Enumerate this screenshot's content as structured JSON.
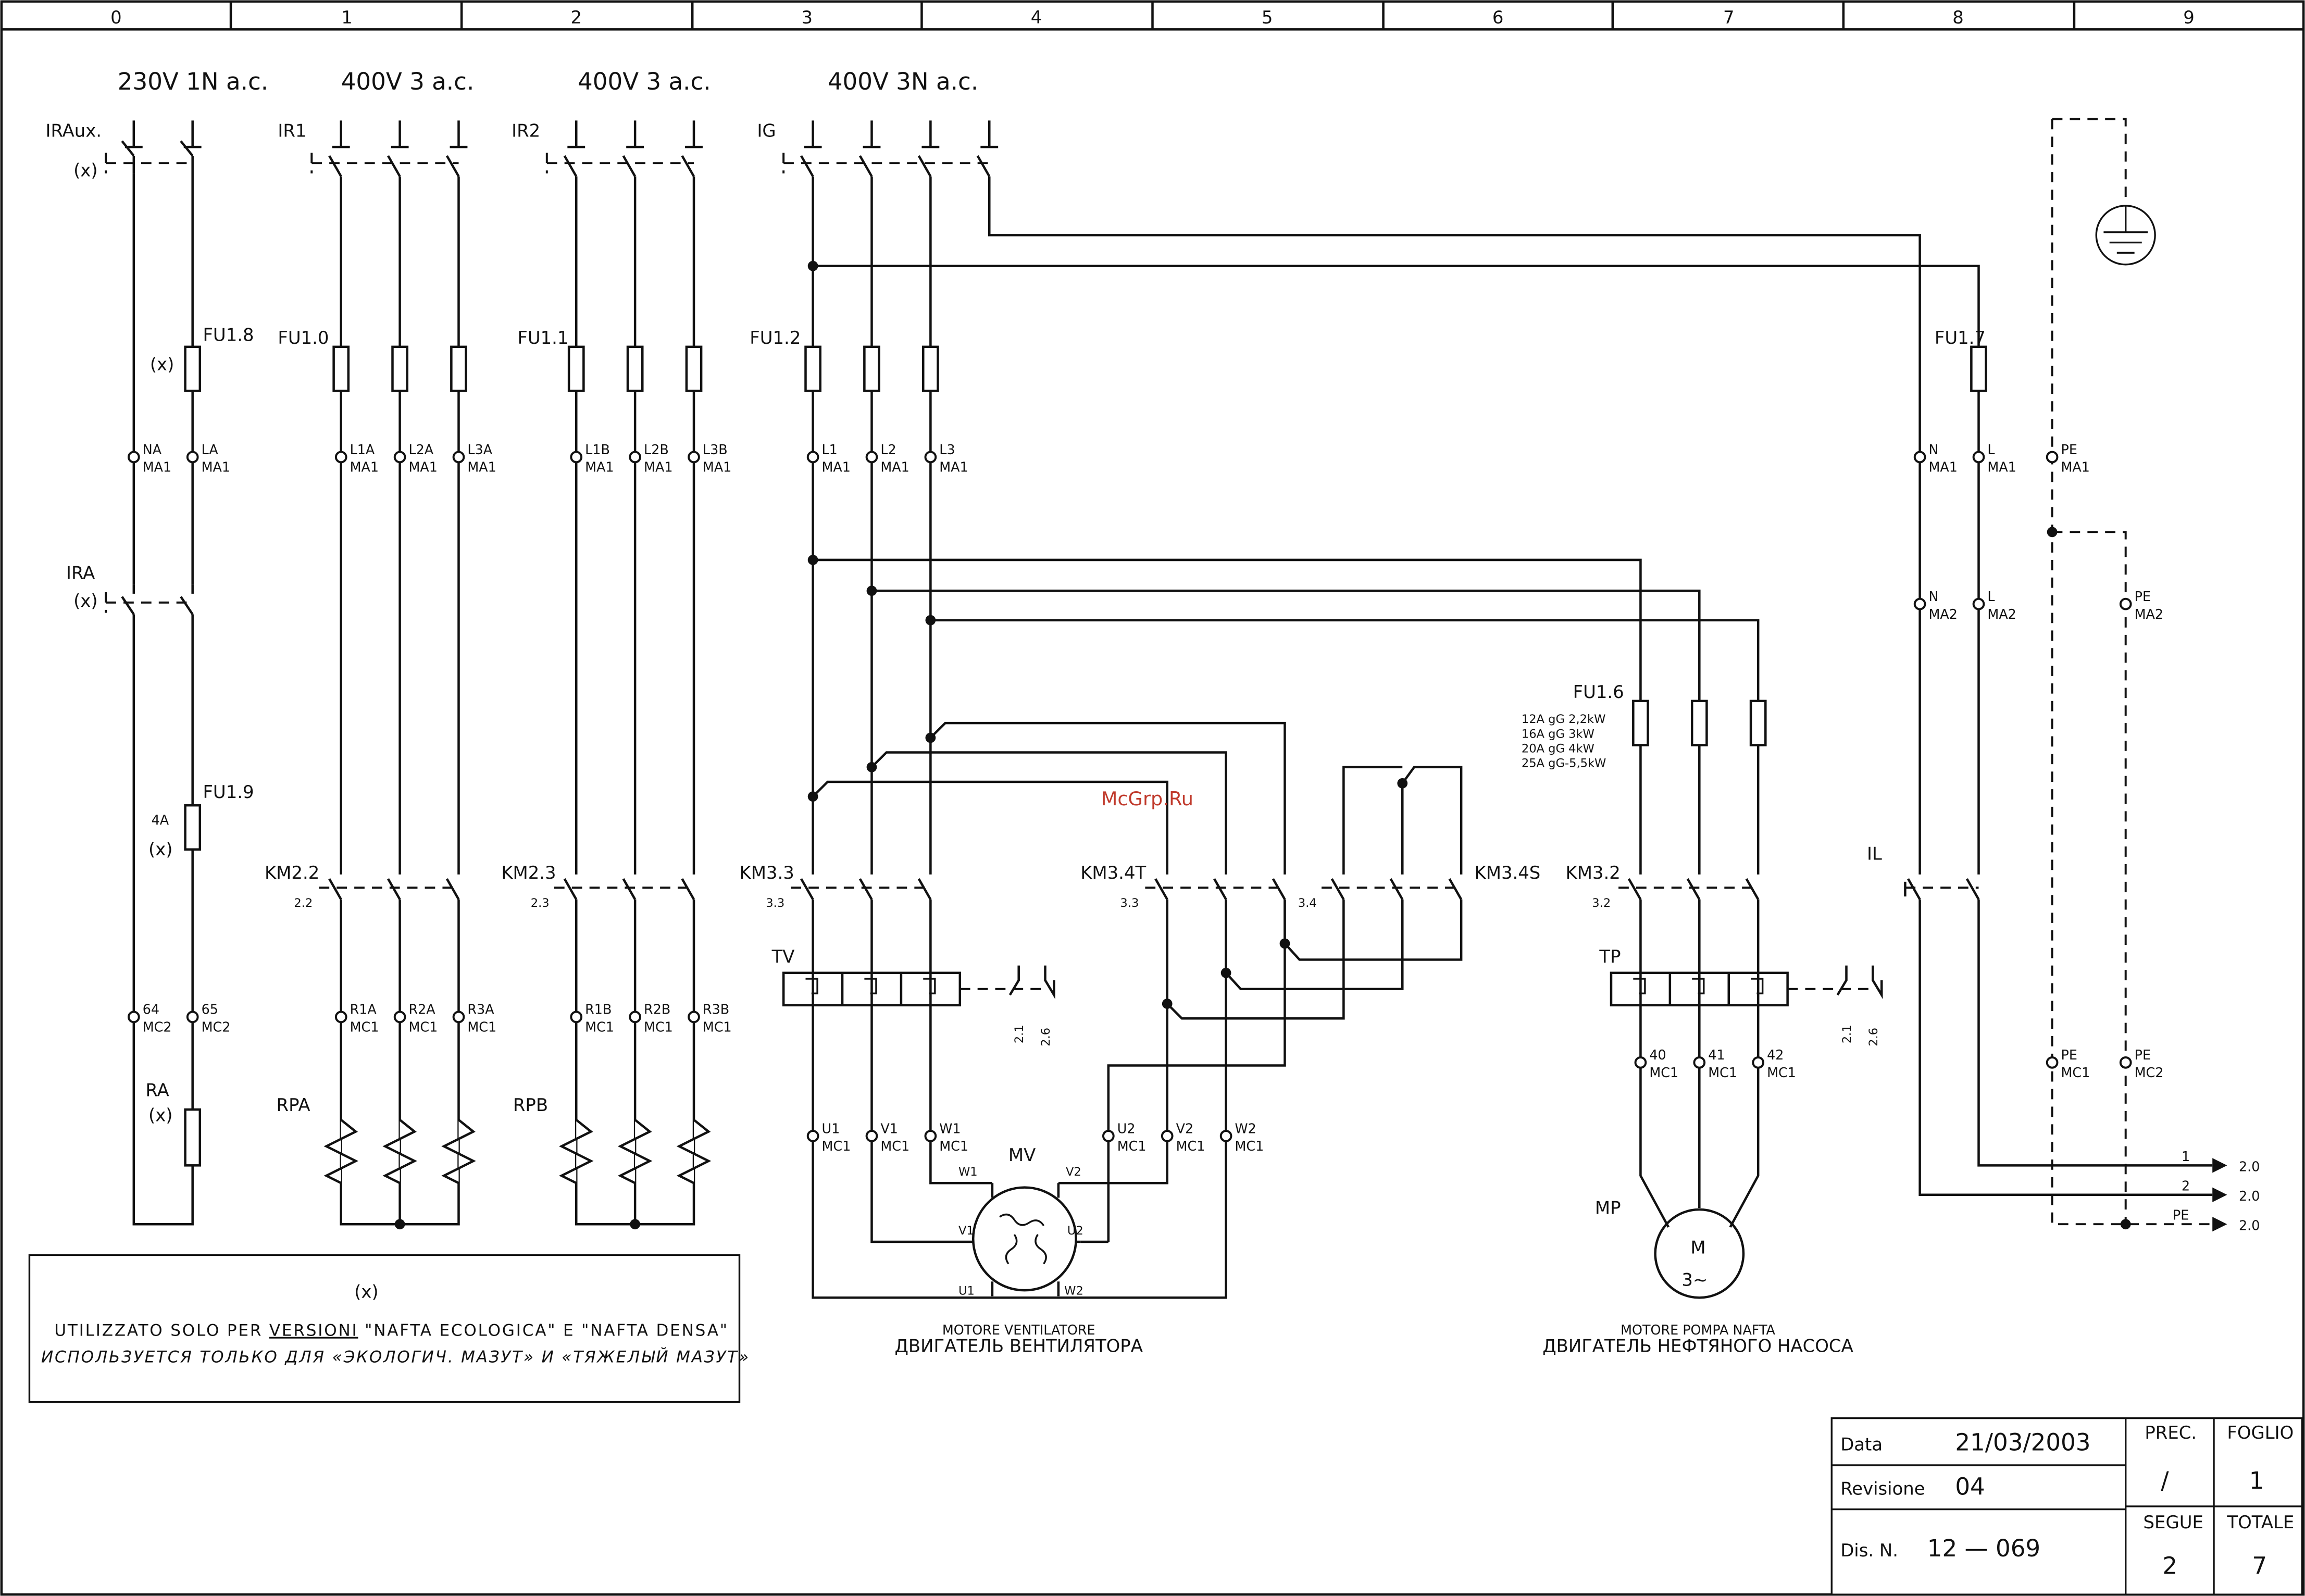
{
  "grid": {
    "columns": [
      "0",
      "1",
      "2",
      "3",
      "4",
      "5",
      "6",
      "7",
      "8",
      "9"
    ]
  },
  "supply": {
    "aux": "230V 1N a.c.",
    "r1": "400V 3 a.c.",
    "r2": "400V 3 a.c.",
    "main": "400V 3N a.c."
  },
  "switches": {
    "iraux": "IRAux.",
    "ir1": "IR1",
    "ir2": "IR2",
    "ig": "IG",
    "ira": "IRA",
    "il": "IL",
    "x_mark": "(x)"
  },
  "fuses": {
    "fu18": "FU1.8",
    "fu10": "FU1.0",
    "fu11": "FU1.1",
    "fu12": "FU1.2",
    "fu17": "FU1.7",
    "fu19": "FU1.9",
    "fu19_rating": "4A",
    "fu16": "FU1.6",
    "fu16_ratings": [
      "12A gG 2,2kW",
      "16A gG 3kW",
      "20A gG 4kW",
      "25A gG-5,5kW"
    ]
  },
  "terminals_ma1": {
    "t1": [
      "NA",
      "MA1"
    ],
    "t2": [
      "LA",
      "MA1"
    ],
    "t3": [
      "L1A",
      "MA1"
    ],
    "t4": [
      "L2A",
      "MA1"
    ],
    "t5": [
      "L3A",
      "MA1"
    ],
    "t6": [
      "L1B",
      "MA1"
    ],
    "t7": [
      "L2B",
      "MA1"
    ],
    "t8": [
      "L3B",
      "MA1"
    ],
    "t9": [
      "L1",
      "MA1"
    ],
    "t10": [
      "L2",
      "MA1"
    ],
    "t11": [
      "L3",
      "MA1"
    ],
    "t12": [
      "N",
      "MA1"
    ],
    "t13": [
      "L",
      "MA1"
    ],
    "t14": [
      "PE",
      "MA1"
    ]
  },
  "terminals_ma2": {
    "t1": [
      "N",
      "MA2"
    ],
    "t2": [
      "L",
      "MA2"
    ],
    "t3": [
      "PE",
      "MA2"
    ]
  },
  "contactors": {
    "km22": "KM2.2",
    "km22_ref": "2.2",
    "km23": "KM2.3",
    "km23_ref": "2.3",
    "km33": "KM3.3",
    "km33_ref": "3.3",
    "km34t": "KM3.4T",
    "km34t_ref": "3.3",
    "km34s": "KM3.4S",
    "km34s_ref": "3.4",
    "km32": "KM3.2",
    "km32_ref": "3.2"
  },
  "overloads": {
    "tv": "TV",
    "tp": "TP",
    "aux_refs": [
      "2.1",
      "2.6"
    ]
  },
  "terminals_mc": {
    "t1": [
      "64",
      "MC2"
    ],
    "t2": [
      "65",
      "MC2"
    ],
    "t3": [
      "R1A",
      "MC1"
    ],
    "t4": [
      "R2A",
      "MC1"
    ],
    "t5": [
      "R3A",
      "MC1"
    ],
    "t6": [
      "R1B",
      "MC1"
    ],
    "t7": [
      "R2B",
      "MC1"
    ],
    "t8": [
      "R3B",
      "MC1"
    ],
    "t9": [
      "U1",
      "MC1"
    ],
    "t10": [
      "V1",
      "MC1"
    ],
    "t11": [
      "W1",
      "MC1"
    ],
    "t12": [
      "U2",
      "MC1"
    ],
    "t13": [
      "V2",
      "MC1"
    ],
    "t14": [
      "W2",
      "MC1"
    ],
    "t15": [
      "40",
      "MC1"
    ],
    "t16": [
      "41",
      "MC1"
    ],
    "t17": [
      "42",
      "MC1"
    ],
    "t18": [
      "PE",
      "MC1"
    ],
    "t19": [
      "PE",
      "MC2"
    ]
  },
  "loads": {
    "ra": "RA",
    "rpa": "RPA",
    "rpb": "RPB",
    "mv": "MV",
    "mp": "MP",
    "motor_m": "M",
    "motor_3": "3~",
    "mv_terms": [
      "W1",
      "V2",
      "V1",
      "U2",
      "U1",
      "W2"
    ]
  },
  "captions": {
    "fan_it": "MOTORE VENTILATORE",
    "fan_ru": "ДВИГАТЕЛЬ ВЕНТИЛЯТОРА",
    "pump_it": "MOTORE POMPA NAFTA",
    "pump_ru": "ДВИГАТЕЛЬ НЕФТЯНОГО НАСОСА"
  },
  "outputs": [
    {
      "num": "1",
      "ref": "2.0"
    },
    {
      "num": "2",
      "ref": "2.0"
    },
    {
      "num": "PE",
      "ref": "2.0"
    }
  ],
  "note": {
    "mark": "(x)",
    "line1_a": "UTILIZZATO SOLO PER ",
    "line1_b": "VERSIONI",
    "line1_c": " \"NAFTA ECOLOGICA\" E \"NAFTA DENSA\"",
    "line2": "ИСПОЛЬЗУЕТСЯ ТОЛЬКО ДЛЯ «ЭКОЛОГИЧ. МАЗУТ» И «ТЯЖЕЛЫЙ МАЗУТ»"
  },
  "watermark": "McGrp.Ru",
  "titleblock": {
    "data_label": "Data",
    "data_value": "21/03/2003",
    "rev_label": "Revisione",
    "rev_value": "04",
    "dis_label": "Dis. N.",
    "dis_value": "12 — 069",
    "prec_label": "PREC.",
    "prec_value": "/",
    "foglio_label": "FOGLIO",
    "foglio_value": "1",
    "segue_label": "SEGUE",
    "segue_value": "2",
    "totale_label": "TOTALE",
    "totale_value": "7"
  }
}
